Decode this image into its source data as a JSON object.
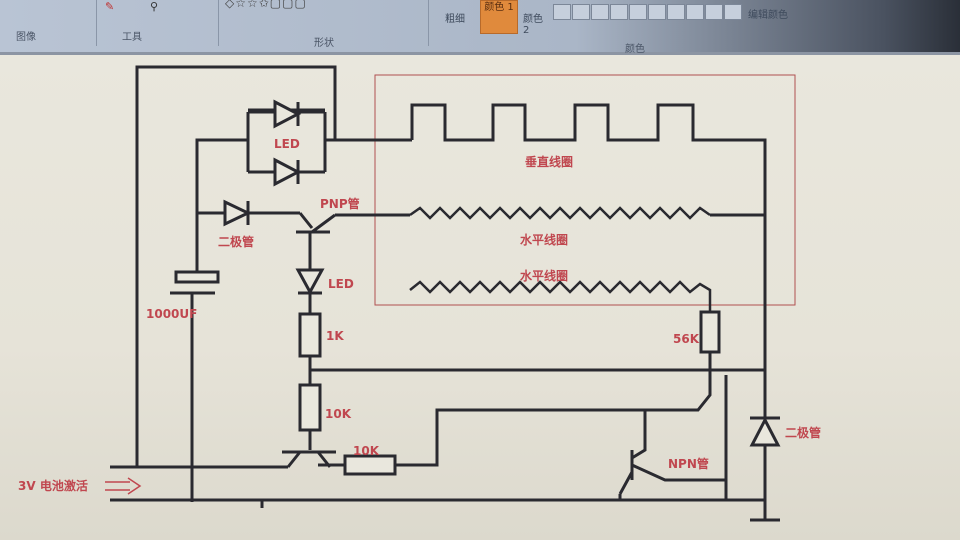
{
  "ribbon": {
    "groups": [
      {
        "label": "图像"
      },
      {
        "label": "工具"
      },
      {
        "label": "形状"
      },
      {
        "label": "颜色"
      }
    ],
    "size_label": "粗细",
    "color1_label": "颜色 1",
    "color2_label": "颜色 2",
    "edit_colors_label": "编辑颜色",
    "color1_value": "#e08a3c"
  },
  "diagram": {
    "labels": {
      "led_top": "LED",
      "vertical_coil": "垂直线圈",
      "pnp": "PNP管",
      "diode_left": "二极管",
      "horizontal_coil_1": "水平线圈",
      "horizontal_coil_2": "水平线圈",
      "led_mid": "LED",
      "capacitor": "1000UF",
      "r_1k": "1K",
      "r_56k": "56K",
      "r_10k_vertical": "10K",
      "r_10k_horizontal": "10K",
      "npn": "NPN管",
      "diode_right": "二极管",
      "battery": "3V 电池激活"
    },
    "wire_color": "#2a2a30",
    "label_color": "#c0474f",
    "frame_color": "#b05050"
  }
}
